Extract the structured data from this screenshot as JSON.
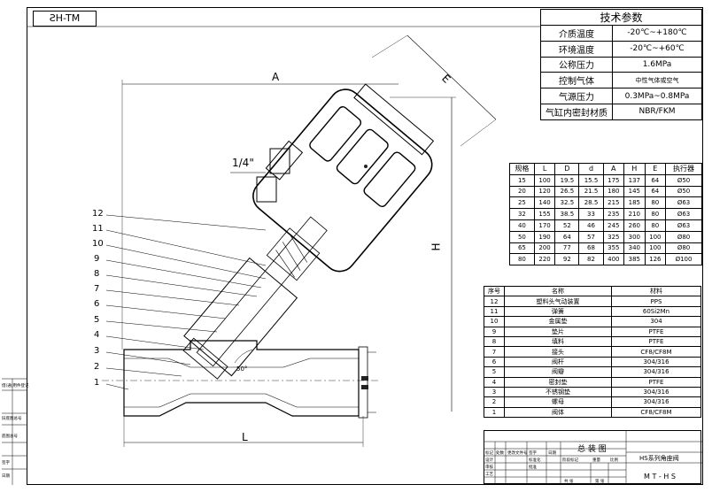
{
  "drawing_code_mirrored": "MT-HS",
  "tech_params": {
    "title": "技术参数",
    "rows": [
      {
        "k": "介质温度",
        "v": "-20℃~+180℃"
      },
      {
        "k": "环境温度",
        "v": "-20℃~+60℃"
      },
      {
        "k": "公称压力",
        "v": "1.6MPa"
      },
      {
        "k": "控制气体",
        "v": "中性气体或空气"
      },
      {
        "k": "气源压力",
        "v": "0.3MPa~0.8MPa"
      },
      {
        "k": "气缸内密封材质",
        "v": "NBR/FKM"
      }
    ]
  },
  "dims_table": {
    "header": [
      "规格",
      "L",
      "D",
      "d",
      "A",
      "H",
      "E",
      "执行器"
    ],
    "rows": [
      [
        "15",
        "100",
        "19.5",
        "15.5",
        "175",
        "137",
        "64",
        "Ø50"
      ],
      [
        "20",
        "120",
        "26.5",
        "21.5",
        "180",
        "145",
        "64",
        "Ø50"
      ],
      [
        "25",
        "140",
        "32.5",
        "28.5",
        "215",
        "185",
        "80",
        "Ø63"
      ],
      [
        "32",
        "155",
        "38.5",
        "33",
        "235",
        "210",
        "80",
        "Ø63"
      ],
      [
        "40",
        "170",
        "52",
        "46",
        "245",
        "260",
        "80",
        "Ø63"
      ],
      [
        "50",
        "190",
        "64",
        "57",
        "325",
        "300",
        "100",
        "Ø80"
      ],
      [
        "65",
        "200",
        "77",
        "68",
        "355",
        "340",
        "100",
        "Ø80"
      ],
      [
        "80",
        "220",
        "92",
        "82",
        "400",
        "385",
        "126",
        "Ø100"
      ]
    ]
  },
  "parts_table": {
    "header": [
      "序号",
      "名称",
      "材料"
    ],
    "rows": [
      [
        "12",
        "塑料头气动装置",
        "PPS"
      ],
      [
        "11",
        "弹簧",
        "60Si2Mn"
      ],
      [
        "10",
        "金属垫",
        "304"
      ],
      [
        "9",
        "垫片",
        "PTFE"
      ],
      [
        "8",
        "填料",
        "PTFE"
      ],
      [
        "7",
        "接头",
        "CF8/CF8M"
      ],
      [
        "6",
        "阀杆",
        "304/316"
      ],
      [
        "5",
        "阀瓣",
        "304/316"
      ],
      [
        "4",
        "密封垫",
        "PTFE"
      ],
      [
        "3",
        "不锈钢垫",
        "304/316"
      ],
      [
        "2",
        "螺母",
        "304/316"
      ],
      [
        "1",
        "阀体",
        "CF8/CF8M"
      ]
    ]
  },
  "title_block": {
    "assembly": "总 装 图",
    "product": "HS系列角座阀",
    "code": "M T - H S"
  },
  "drawing_labels": {
    "A": "A",
    "E": "E",
    "H": "H",
    "L": "L",
    "thread": "1/4\"",
    "angle": "50°",
    "balloons": [
      "12",
      "11",
      "10",
      "9",
      "8",
      "7",
      "6",
      "5",
      "4",
      "3",
      "2",
      "1"
    ]
  },
  "side_block": [
    "借(通)用件登记",
    "旧底图总号",
    "底图总号",
    "签字",
    "日期"
  ],
  "title_small": [
    "标记",
    "处数",
    "更改文件号",
    "签字",
    "日期",
    "设计",
    "审核",
    "工艺",
    "标准化",
    "批准",
    "阶段标记",
    "重量",
    "比例",
    "共 张",
    "第 张"
  ]
}
